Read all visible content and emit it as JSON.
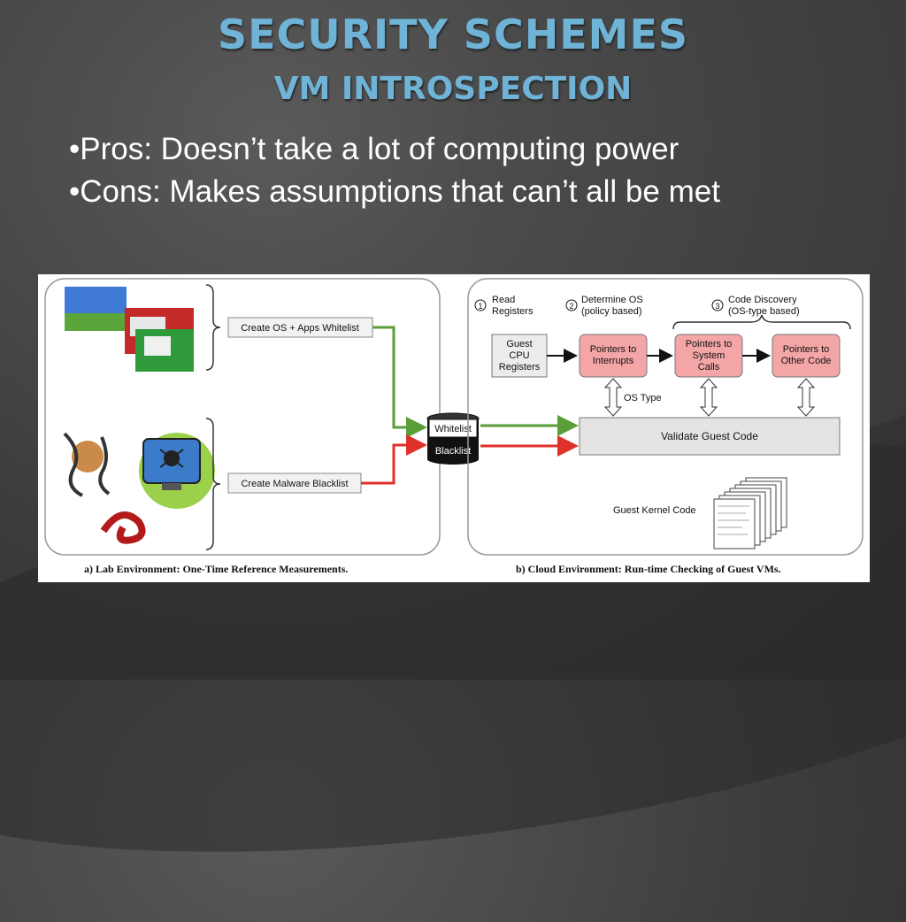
{
  "slide": {
    "title": "SECURITY SCHEMES",
    "subtitle": "VM INTROSPECTION",
    "bullets": [
      "•Pros: Doesn’t take a lot of computing power",
      "•Cons: Makes assumptions that can’t all be met"
    ]
  },
  "diagram": {
    "lab": {
      "whitelist_label": "Create OS + Apps Whitelist",
      "blacklist_label": "Create Malware Blacklist",
      "caption": "a) Lab Environment: One-Time Reference Measurements."
    },
    "database": {
      "top": "Whitelist",
      "bottom": "Blacklist"
    },
    "cloud": {
      "step1_num": "1",
      "step1_line1": "Read",
      "step1_line2": "Registers",
      "step2_num": "2",
      "step2_line1": "Determine OS",
      "step2_line2": "(policy based)",
      "step3_num": "3",
      "step3_line1": "Code Discovery",
      "step3_line2": "(OS-type based)",
      "guest_cpu": [
        "Guest",
        "CPU",
        "Registers"
      ],
      "interrupts": [
        "Pointers to",
        "Interrupts"
      ],
      "syscalls": [
        "Pointers to",
        "System",
        "Calls"
      ],
      "other_code": [
        "Pointers to",
        "Other Code"
      ],
      "os_type": "OS Type",
      "validate": "Validate Guest Code",
      "kernel_code": "Guest Kernel Code",
      "caption": "b) Cloud Environment: Run-time Checking of Guest VMs."
    }
  },
  "colors": {
    "title": "#6fb3d6",
    "green": "#5a9e3a",
    "red": "#e0302a",
    "pink": "#f4a6a6"
  }
}
